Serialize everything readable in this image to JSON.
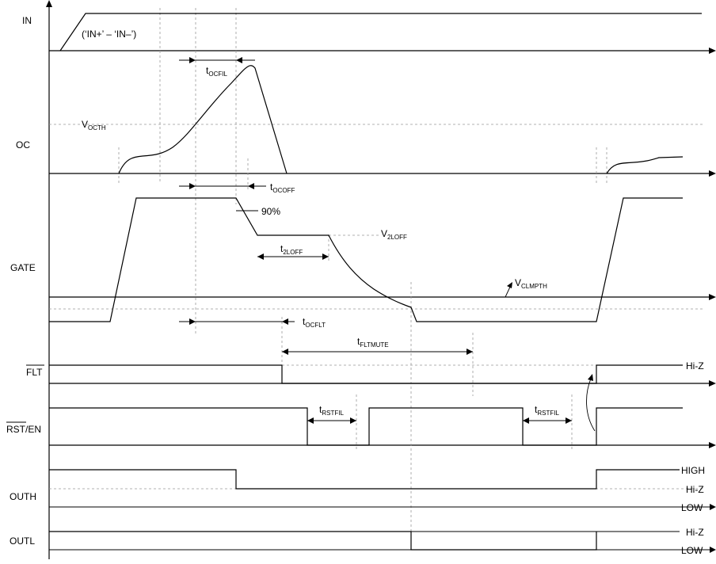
{
  "signals": {
    "in": "IN",
    "oc": "OC",
    "gate": "GATE",
    "flt": "FLT",
    "rst": "RST",
    "rst_suffix": "/EN",
    "outh": "OUTH",
    "outl": "OUTL"
  },
  "annotations": {
    "in_expr": "(‘IN+’ – ‘IN–’)",
    "pct90": "90%"
  },
  "timing": {
    "t_ocfil": {
      "main": "t",
      "sub": "OCFIL"
    },
    "t_ocoff": {
      "main": "t",
      "sub": "OCOFF"
    },
    "t_2loff": {
      "main": "t",
      "sub": "2LOFF"
    },
    "t_ocflt": {
      "main": "t",
      "sub": "OCFLT"
    },
    "t_fltmute": {
      "main": "t",
      "sub": "FLTMUTE"
    },
    "t_rstfil_1": {
      "main": "t",
      "sub": "RSTFIL"
    },
    "t_rstfil_2": {
      "main": "t",
      "sub": "RSTFIL"
    }
  },
  "voltages": {
    "v_octh": {
      "main": "V",
      "sub": "OCTH"
    },
    "v_2loff": {
      "main": "V",
      "sub": "2LOFF"
    },
    "v_clmpth": {
      "main": "V",
      "sub": "CLMPTH"
    }
  },
  "states": {
    "flt_hiz": "Hi-Z",
    "outh_high": "HIGH",
    "outh_hiz": "Hi-Z",
    "outh_low": "LOW",
    "outl_hiz": "Hi-Z",
    "outl_low": "LOW"
  },
  "colors": {
    "line": "#000000",
    "dashed": "#999999",
    "background": "#ffffff"
  }
}
